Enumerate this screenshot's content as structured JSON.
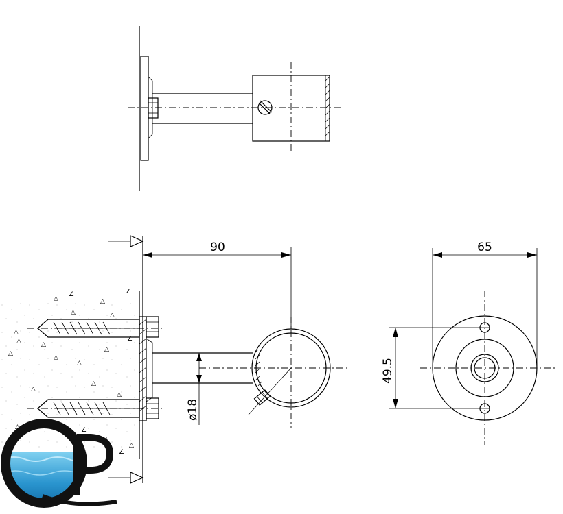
{
  "dimensions": {
    "length": "90",
    "flange_diameter": "65",
    "hole_spacing": "49.5",
    "tube_diameter": "ø18"
  },
  "logo": {
    "text": "QP",
    "colors": {
      "water_light": "#7fd0f0",
      "water_dark": "#0a5f9a",
      "letter": "#111111"
    }
  }
}
